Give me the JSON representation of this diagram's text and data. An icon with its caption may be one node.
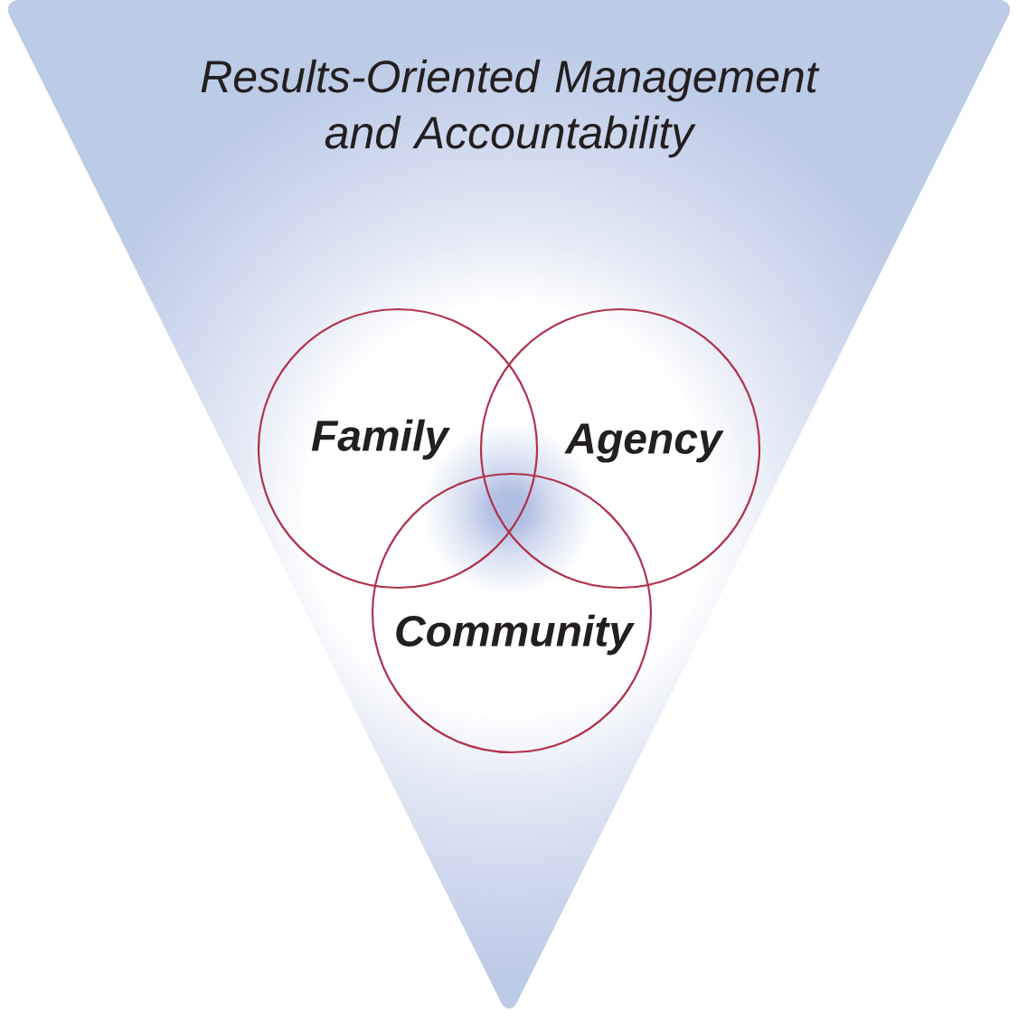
{
  "diagram": {
    "nodes": [
      {
        "text": [
          "Results-Oriented Management and Accountability"
        ]
      },
      {
        "text": [
          "Family"
        ],
        "in": 0
      },
      {
        "text": [
          "Agency"
        ],
        "in": 0
      },
      {
        "text": [
          "Community"
        ],
        "in": 0
      }
    ]
  }
}
